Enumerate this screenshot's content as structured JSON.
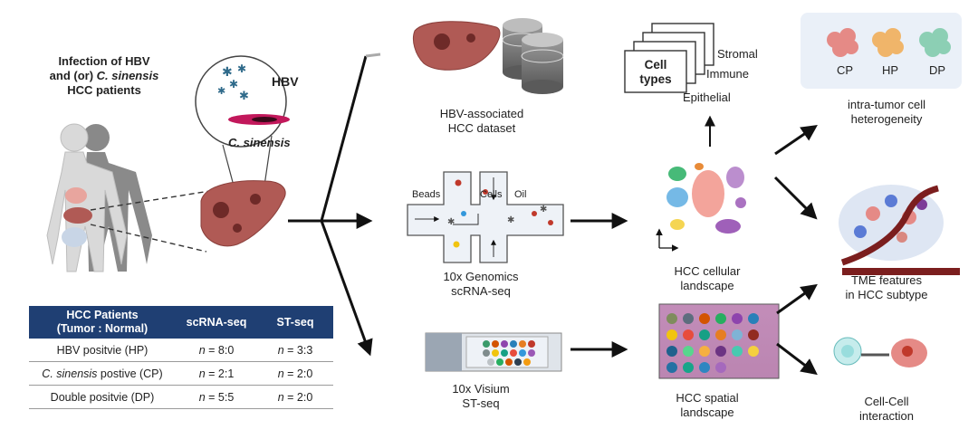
{
  "patients": {
    "title_line1": "Infection of HBV",
    "title_line2_pre": "and (or) ",
    "title_line2_italic": "C. sinensis",
    "title_line3": "HCC patients"
  },
  "pathogens": {
    "hbv": "HBV",
    "csinensis": "C. sinensis"
  },
  "table": {
    "header_col1_line1": "HCC Patients",
    "header_col1_line2": "(Tumor : Normal)",
    "header_col2": "scRNA-seq",
    "header_col3": "ST-seq",
    "rows": [
      {
        "group": "HBV positvie (HP)",
        "group_italic": "",
        "sc": "= 8:0",
        "st": "= 3:3"
      },
      {
        "group": " postive (CP)",
        "group_italic": "C. sinensis",
        "sc": "= 2:1",
        "st": "= 2:0"
      },
      {
        "group": "Double positvie (DP)",
        "group_italic": "",
        "sc": "= 5:5",
        "st": "= 2:0"
      }
    ],
    "n_symbol": "n"
  },
  "methods": {
    "dataset_line1": "HBV-associated",
    "dataset_line2": "HCC dataset",
    "chip_beads": "Beads",
    "chip_cells": "Cells",
    "chip_oil": "Oil",
    "scrna_line1": "10x Genomics",
    "scrna_line2": "scRNA-seq",
    "visium_line1": "10x Visium",
    "visium_line2": "ST-seq"
  },
  "landscapes": {
    "cell_types_line1": "Cell",
    "cell_types_line2": "types",
    "stromal": "Stromal",
    "immune": "Immune",
    "epithelial": "Epithelial",
    "cellular_line1": "HCC cellular",
    "cellular_line2": "landscape",
    "spatial_line1": "HCC spatial",
    "spatial_line2": "landscape"
  },
  "outcomes": {
    "cp": "CP",
    "hp": "HP",
    "dp": "DP",
    "heterogeneity_line1": "intra-tumor cell",
    "heterogeneity_line2": "heterogeneity",
    "tme_line1": "TME features",
    "tme_line2": "in  HCC subtype",
    "interaction_line1": "Cell-Cell",
    "interaction_line2": "interaction"
  },
  "colors": {
    "table_header": "#1f3f73",
    "liver": "#b05a55",
    "virus": "#2f6a8a",
    "parasite": "#c2185b",
    "cp_cell": "#e58a86",
    "hp_cell": "#f0b56a",
    "dp_cell": "#8ccfb4"
  }
}
